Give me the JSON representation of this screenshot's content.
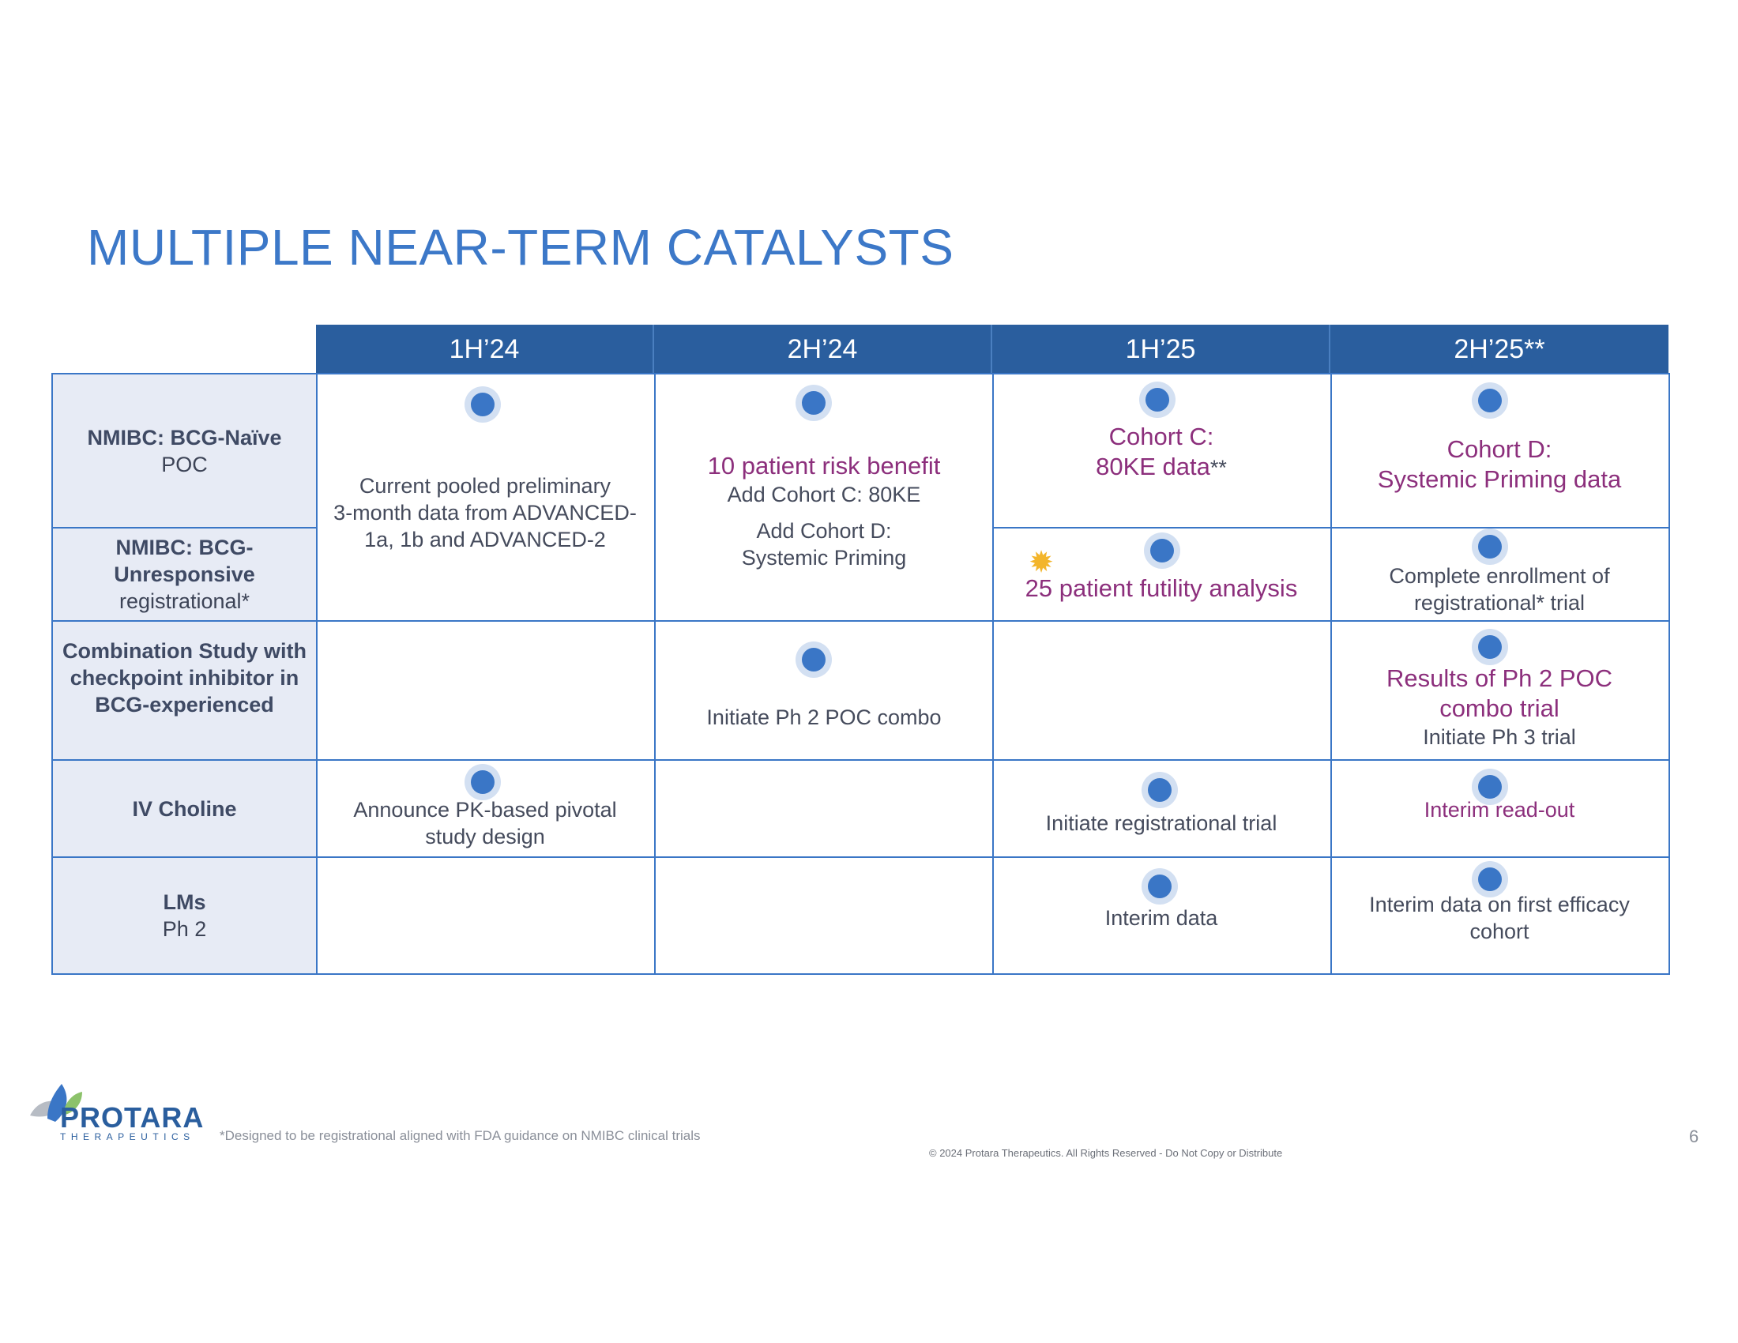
{
  "title": "MULTIPLE NEAR-TERM CATALYSTS",
  "columns": [
    "1H’24",
    "2H’24",
    "1H’25",
    "2H’25**"
  ],
  "rows": {
    "nmibc_naive": {
      "line1": "NMIBC: BCG-Naïve",
      "line2": "POC"
    },
    "nmibc_unresp": {
      "line1": "NMIBC: BCG-",
      "line2": "Unresponsive",
      "line3": "registrational*"
    },
    "combo": {
      "line1": "Combination Study with",
      "line2": "checkpoint inhibitor in",
      "line3": "BCG-experienced"
    },
    "iv_choline": {
      "line1": "IV Choline"
    },
    "lms": {
      "line1": "LMs",
      "line2": "Ph 2"
    }
  },
  "cells": {
    "pooled": {
      "l1": "Current pooled preliminary",
      "l2": "3-month data from ADVANCED-",
      "l3": "1a, 1b and ADVANCED-2"
    },
    "risk": {
      "hl": "10 patient risk benefit",
      "l1": "Add Cohort C: 80KE",
      "l2": "Add Cohort D:",
      "l3": "Systemic Priming"
    },
    "cohort_c": {
      "hl1": "Cohort C:",
      "hl2": "80KE data",
      "suffix": "**"
    },
    "cohort_d": {
      "hl1": "Cohort D:",
      "hl2": "Systemic Priming data"
    },
    "futility": {
      "hl": "25 patient futility analysis"
    },
    "enroll": {
      "l1": "Complete enrollment of",
      "l2": "registrational* trial"
    },
    "combo_init": {
      "l1": "Initiate Ph 2 POC combo"
    },
    "combo_results": {
      "hl1": "Results of Ph 2 POC",
      "hl2": "combo trial",
      "l1": "Initiate Ph 3 trial"
    },
    "pk": {
      "l1": "Announce PK-based pivotal",
      "l2": "study design"
    },
    "reg_trial": {
      "l1": "Initiate registrational trial"
    },
    "interim_readout": {
      "hl": "Interim read-out"
    },
    "interim_data": {
      "l1": "Interim data"
    },
    "interim_efficacy": {
      "l1": "Interim data on first efficacy",
      "l2": "cohort"
    }
  },
  "logo": {
    "name": "PROTARA",
    "sub": "THERAPEUTICS"
  },
  "footnote": "*Designed to be registrational aligned with FDA guidance on NMIBC clinical trials",
  "copyright": "© 2024 Protara Therapeutics. All Rights Reserved - Do Not Copy or Distribute",
  "page_number": "6",
  "colors": {
    "header_bg": "#2a5e9e",
    "border": "#3a76c6",
    "row_header_bg": "#e7ebf5",
    "highlight": "#8c2f7c",
    "title": "#3c78c8"
  }
}
